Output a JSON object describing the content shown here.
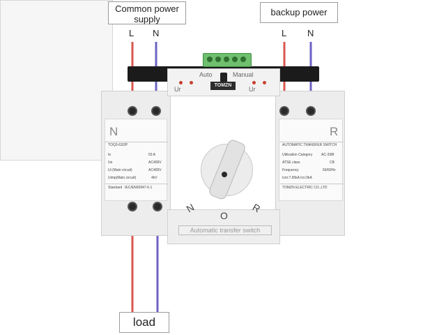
{
  "labels": {
    "common_power_supply": "Common power supply",
    "backup_power": "backup power",
    "load": "load"
  },
  "wire_letters": {
    "common_l": "L",
    "common_n": "N",
    "backup_l": "L",
    "backup_n": "N"
  },
  "device": {
    "brand": "TOMZN",
    "indicator_left": "Ur",
    "indicator_right": "Ur",
    "mode_auto": "Auto",
    "mode_manual": "Manual",
    "panel_left_letter": "N",
    "panel_right_letter": "R",
    "position_n": "N",
    "position_o": "O",
    "position_r": "R",
    "footer_text": "Automatic transfer switch",
    "left_specs": [
      {
        "label": "TOQ3-63/2P",
        "value": ""
      },
      {
        "label": "Ie",
        "value": "63 A"
      },
      {
        "label": "Ue",
        "value": "AC400V"
      },
      {
        "label": "Ui (Main circuit)",
        "value": "AC400V"
      },
      {
        "label": "Uimp(Main circuit)",
        "value": "4kV"
      },
      {
        "label": "Standard",
        "value": "IEC/EN60947-6-1"
      }
    ],
    "right_specs": [
      {
        "label": "AUTOMATIC TRANSFER SWITCH",
        "value": ""
      },
      {
        "label": "Utilization Category",
        "value": "AC-33iB"
      },
      {
        "label": "ATSE class",
        "value": "CB"
      },
      {
        "label": "Frequency",
        "value": "50/60Hz"
      },
      {
        "label": "Icm:7.65kA  Icn:3kA",
        "value": ""
      },
      {
        "label": "TOMZN ELECTRIC CO.,LTD",
        "value": ""
      }
    ]
  },
  "colors": {
    "wire_live": "#d9574f",
    "wire_neutral": "#6d62c4",
    "terminal_green": "#6fbf6f"
  }
}
